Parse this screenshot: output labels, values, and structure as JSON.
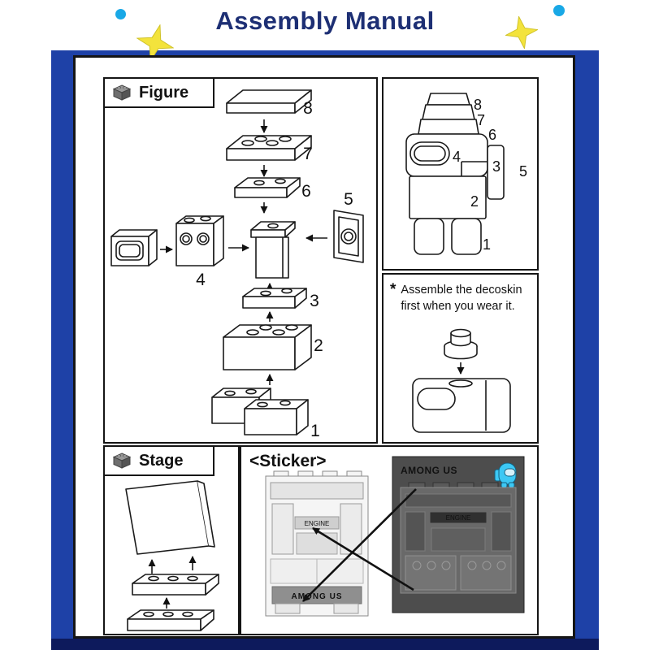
{
  "header": {
    "title": "Assembly Manual"
  },
  "figure": {
    "label": "Figure",
    "numbers": [
      "1",
      "2",
      "3",
      "4",
      "5",
      "6",
      "7",
      "8"
    ]
  },
  "assembled": {
    "numbers": [
      "8",
      "7",
      "6",
      "4",
      "3",
      "5",
      "2",
      "1"
    ]
  },
  "note": {
    "star": "*",
    "line1": "Assemble the decoskin",
    "line2": "first when you wear it."
  },
  "stage": {
    "label": "Stage"
  },
  "sticker": {
    "label": "<Sticker>",
    "banner_text": "AMONG US",
    "logo_text": "AMONG US",
    "sign_text": "ENGINE"
  },
  "colors": {
    "frame_blue": "#1e41a7",
    "bottom_navy": "#0d1a5c",
    "title_navy": "#1d2f74",
    "star_yellow": "#f3e33c",
    "dot_cyan": "#19a8e6",
    "crewmate_cyan": "#3cc8f4",
    "logo_red": "#f55448"
  }
}
